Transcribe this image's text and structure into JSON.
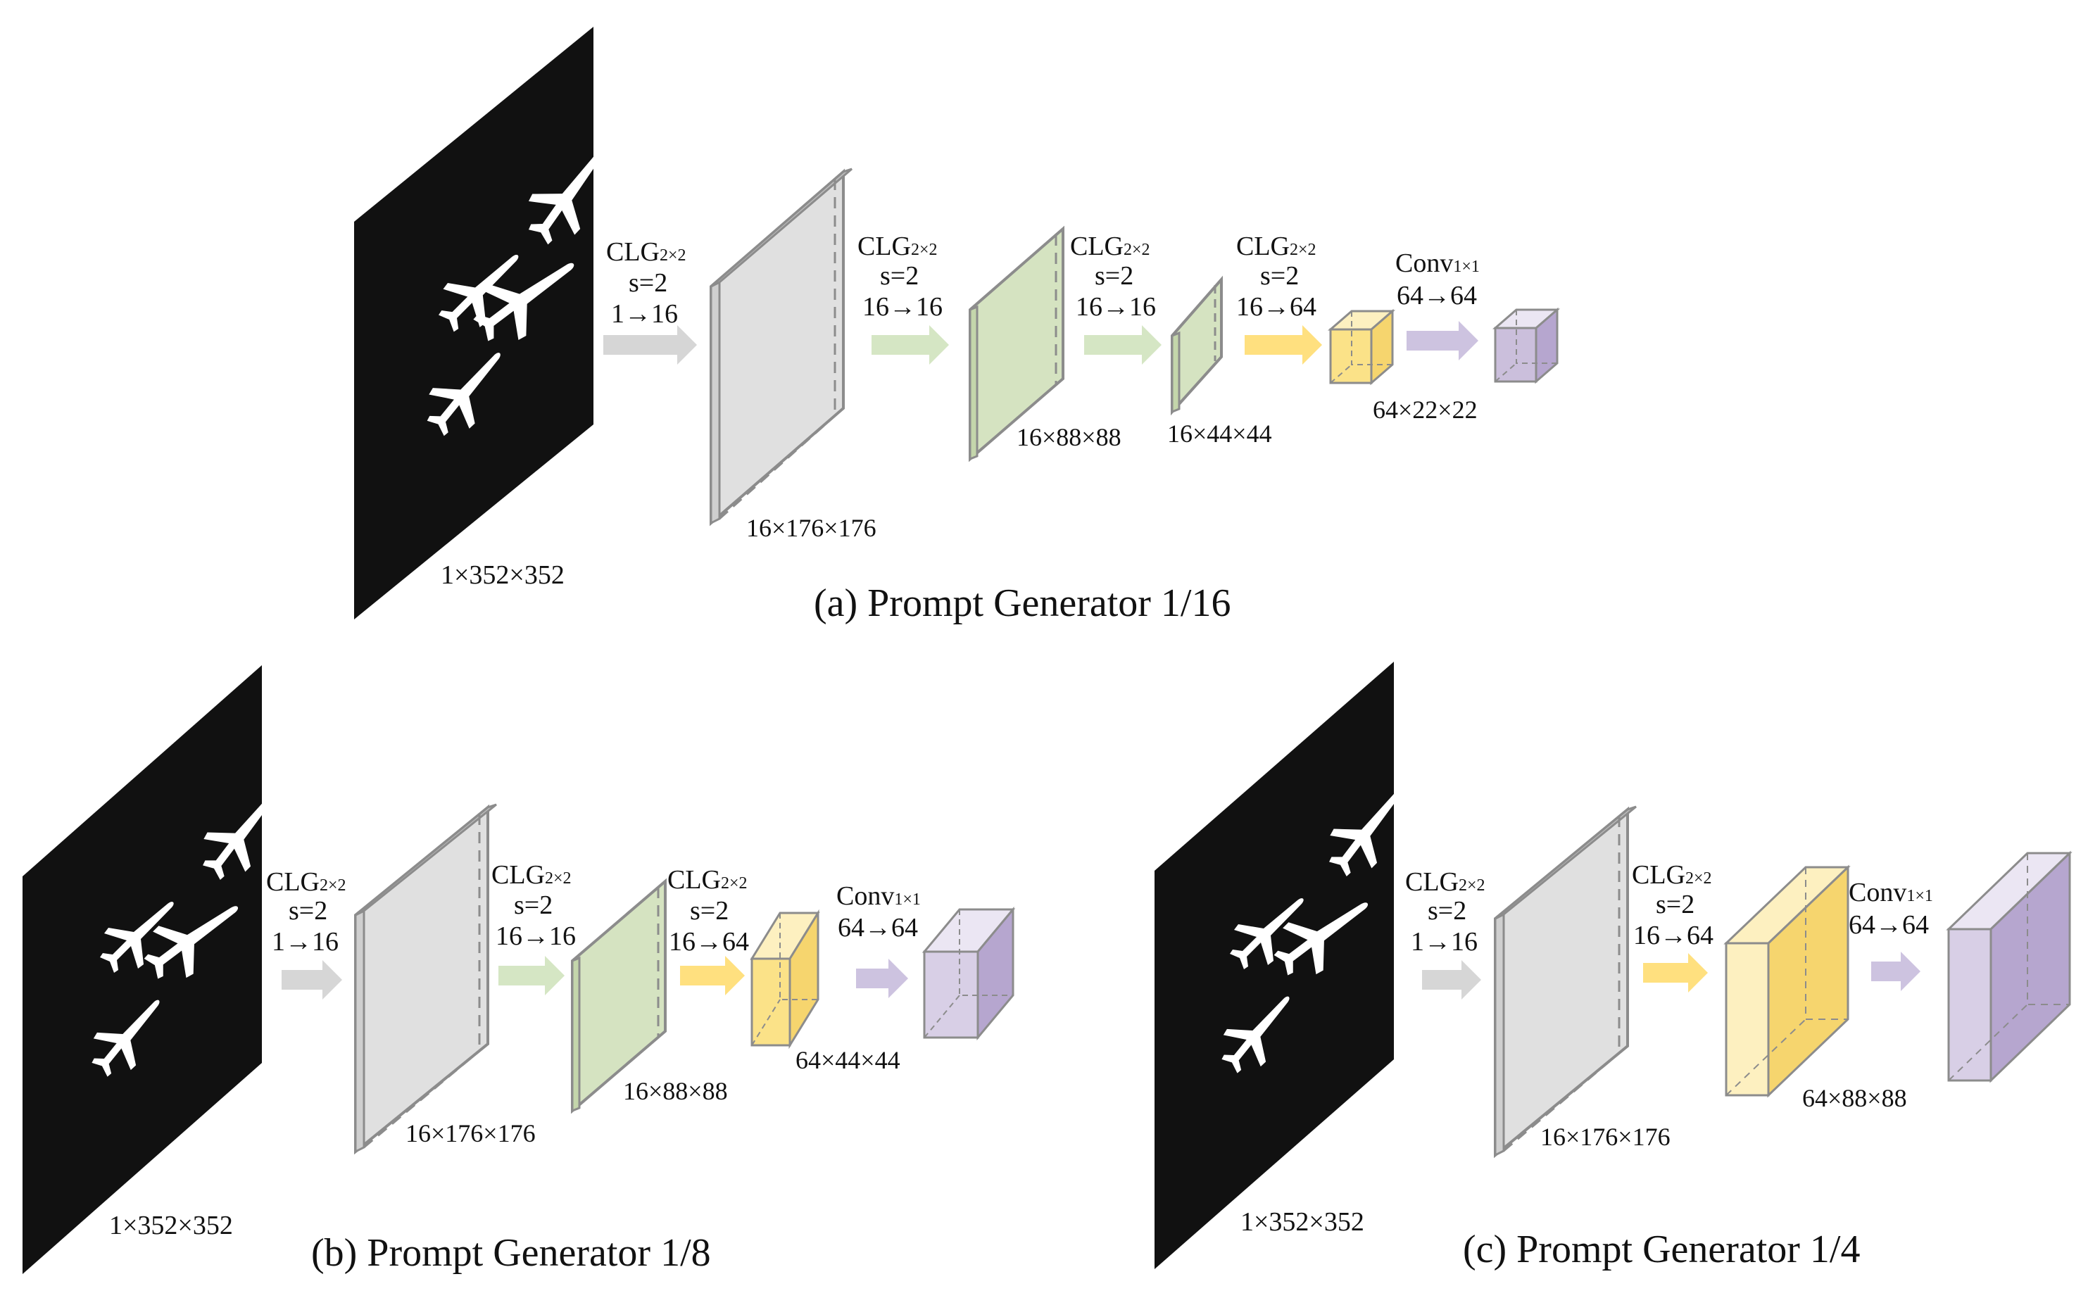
{
  "colors": {
    "input": "#111111",
    "silhouette": "#ffffff",
    "gray_fill": "#dddddd",
    "gray_edge": "#8c8c8c",
    "green_fill": "#d5e3c1",
    "yellow_fill": "#fbe288",
    "purple_fill": "#cbbfdc",
    "arrow_gray": "#d6d6d6",
    "arrow_green": "#d5e6c4",
    "arrow_yellow": "#ffe07f",
    "arrow_purple": "#cdc3e0"
  },
  "icons": [
    "airplane-silhouette-icon",
    "right-arrow-icon"
  ],
  "panel_a": {
    "caption": "(a) Prompt Generator 1/16",
    "input_dim": "1×352×352",
    "step1": {
      "op": "CLG",
      "sub": "2×2",
      "stride": "s=2",
      "channels": "1→16"
    },
    "feat1_dim": "16×176×176",
    "step2": {
      "op": "CLG",
      "sub": "2×2",
      "stride": "s=2",
      "channels": "16→16"
    },
    "feat2_dim": "16×88×88",
    "step3": {
      "op": "CLG",
      "sub": "2×2",
      "stride": "s=2",
      "channels": "16→16"
    },
    "feat3_dim": "16×44×44",
    "step4": {
      "op": "CLG",
      "sub": "2×2",
      "stride": "s=2",
      "channels": "16→64"
    },
    "step5": {
      "op": "Conv",
      "sub": "1×1",
      "channels": "64→64"
    },
    "feat4_dim": "64×22×22"
  },
  "panel_b": {
    "caption": "(b) Prompt Generator 1/8",
    "input_dim": "1×352×352",
    "step1": {
      "op": "CLG",
      "sub": "2×2",
      "stride": "s=2",
      "channels": "1→16"
    },
    "feat1_dim": "16×176×176",
    "step2": {
      "op": "CLG",
      "sub": "2×2",
      "stride": "s=2",
      "channels": "16→16"
    },
    "feat2_dim": "16×88×88",
    "step3": {
      "op": "CLG",
      "sub": "2×2",
      "stride": "s=2",
      "channels": "16→64"
    },
    "step4": {
      "op": "Conv",
      "sub": "1×1",
      "channels": "64→64"
    },
    "feat3_dim": "64×44×44"
  },
  "panel_c": {
    "caption": "(c) Prompt Generator 1/4",
    "input_dim": "1×352×352",
    "step1": {
      "op": "CLG",
      "sub": "2×2",
      "stride": "s=2",
      "channels": "1→16"
    },
    "feat1_dim": "16×176×176",
    "step2": {
      "op": "CLG",
      "sub": "2×2",
      "stride": "s=2",
      "channels": "16→64"
    },
    "step3": {
      "op": "Conv",
      "sub": "1×1",
      "channels": "64→64"
    },
    "feat2_dim": "64×88×88"
  }
}
